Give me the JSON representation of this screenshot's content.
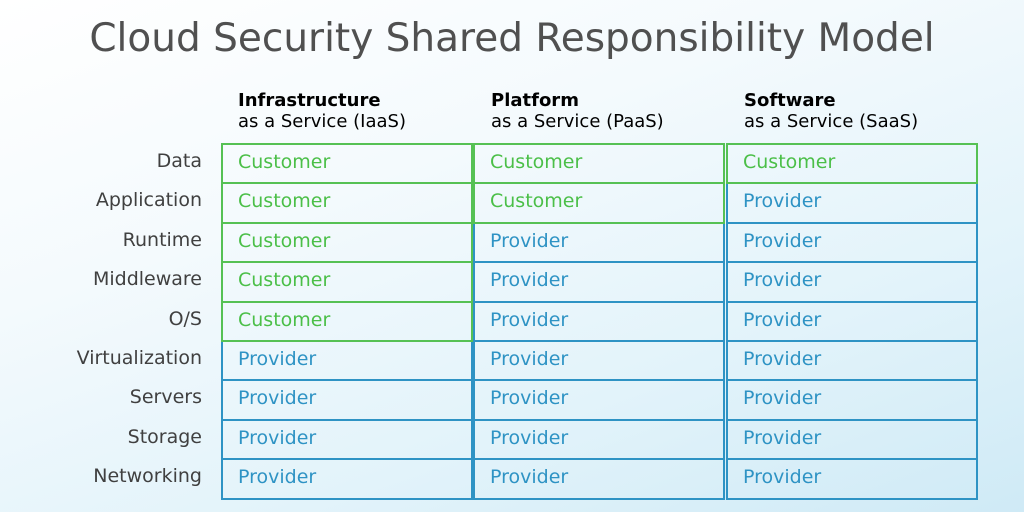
{
  "title": "Cloud Security Shared Responsibility Model",
  "columns": [
    {
      "heading": "Infrastructure",
      "subheading": "as a Service (IaaS)"
    },
    {
      "heading": "Platform",
      "subheading": "as a Service (PaaS)"
    },
    {
      "heading": "Software",
      "subheading": "as a Service (SaaS)"
    }
  ],
  "rows": [
    {
      "label": "Data",
      "cells": [
        "Customer",
        "Customer",
        "Customer"
      ]
    },
    {
      "label": "Application",
      "cells": [
        "Customer",
        "Customer",
        "Provider"
      ]
    },
    {
      "label": "Runtime",
      "cells": [
        "Customer",
        "Provider",
        "Provider"
      ]
    },
    {
      "label": "Middleware",
      "cells": [
        "Customer",
        "Provider",
        "Provider"
      ]
    },
    {
      "label": "O/S",
      "cells": [
        "Customer",
        "Provider",
        "Provider"
      ]
    },
    {
      "label": "Virtualization",
      "cells": [
        "Provider",
        "Provider",
        "Provider"
      ]
    },
    {
      "label": "Servers",
      "cells": [
        "Provider",
        "Provider",
        "Provider"
      ]
    },
    {
      "label": "Storage",
      "cells": [
        "Provider",
        "Provider",
        "Provider"
      ]
    },
    {
      "label": "Networking",
      "cells": [
        "Provider",
        "Provider",
        "Provider"
      ]
    }
  ],
  "colors": {
    "customer": "#4bbf48",
    "provider": "#2e93c4"
  }
}
